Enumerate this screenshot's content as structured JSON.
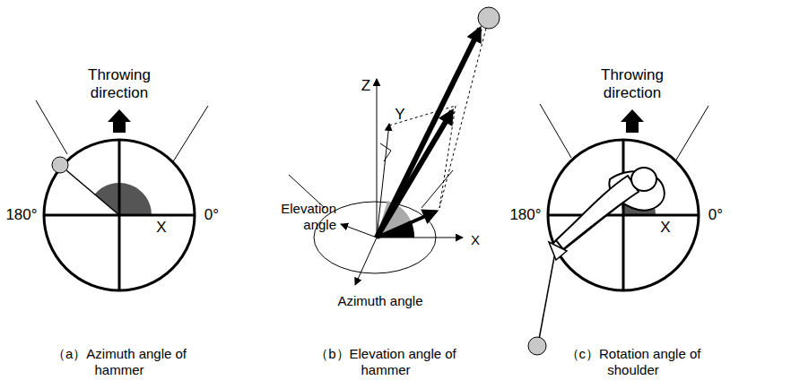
{
  "diagram": {
    "labels": [
      "Throwing direction",
      "180°",
      "0°",
      "X",
      "Z",
      "Y",
      "Elevation angle",
      "X",
      "Azimuth angle",
      "Throwing direction",
      "180°",
      "0°",
      "X",
      "（a）Azimuth angle of hammer",
      "（b）Elevation angle of hammer",
      "（c）Rotation angle of shoulder"
    ]
  }
}
